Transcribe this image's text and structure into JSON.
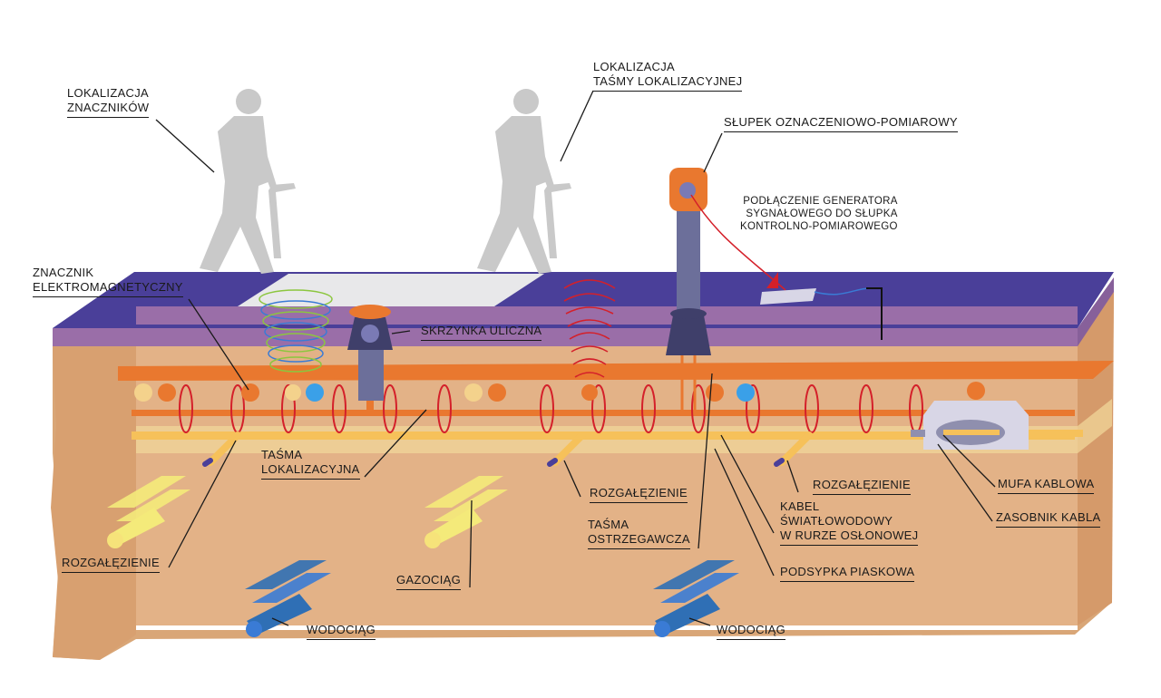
{
  "labels": {
    "lokalizacja_znacznikow": [
      "LOKALIZACJA",
      "ZNACZNIKÓW"
    ],
    "lokalizacja_tasmy": [
      "LOKALIZACJA",
      "TAŚMY LOKALIZACYJNEJ"
    ],
    "slupek": "SŁUPEK OZNACZENIOWO-POMIAROWY",
    "podlaczenie": [
      "PODŁĄCZENIE GENERATORA",
      "SYGNAŁOWEGO DO SŁUPKA",
      "KONTROLNO-POMIAROWEGO"
    ],
    "znacznik": [
      "ZNACZNIK",
      "ELEKTROMAGNETYCZNY"
    ],
    "skrzynka": "SKRZYNKA ULICZNA",
    "tasma_lokalizacyjna": [
      "TAŚMA",
      "LOKALIZACYJNA"
    ],
    "rozgalezienie_left": "ROZGAŁĘZIENIE",
    "rozgalezienie_mid": "ROZGAŁĘZIENIE",
    "rozgalezienie_right": "ROZGAŁĘZIENIE",
    "gazociag": "GAZOCIĄG",
    "wodociag_left": "WODOCIĄG",
    "wodociag_right": "WODOCIĄG",
    "tasma_ostrzegawcza": [
      "TAŚMA",
      "OSTRZEGAWCZA"
    ],
    "kabel": [
      "KABEL",
      "ŚWIATŁOWODOWY",
      "W RURZE OSŁONOWEJ"
    ],
    "podsypka": "PODSYPKA PIASKOWA",
    "mufa": "MUFA KABLOWA",
    "zasobnik": "ZASOBNIK KABLA"
  },
  "colors": {
    "surface_top": "#4a3f99",
    "surface_side": "#9a6ea8",
    "soil": "#e3b287",
    "soil_dark": "#d39c70",
    "sand_band": "#f0d59a",
    "orange_pipe": "#e9782f",
    "yellow_tape": "#f6c15a",
    "red_coil": "#d4202a",
    "green_wave": "#8cc63f",
    "blue_wave": "#3a7bd5",
    "gas": "#f4ea7a",
    "water": "#2f6fb5",
    "person": "#c7c7c7",
    "post": "#6c6f9a"
  }
}
